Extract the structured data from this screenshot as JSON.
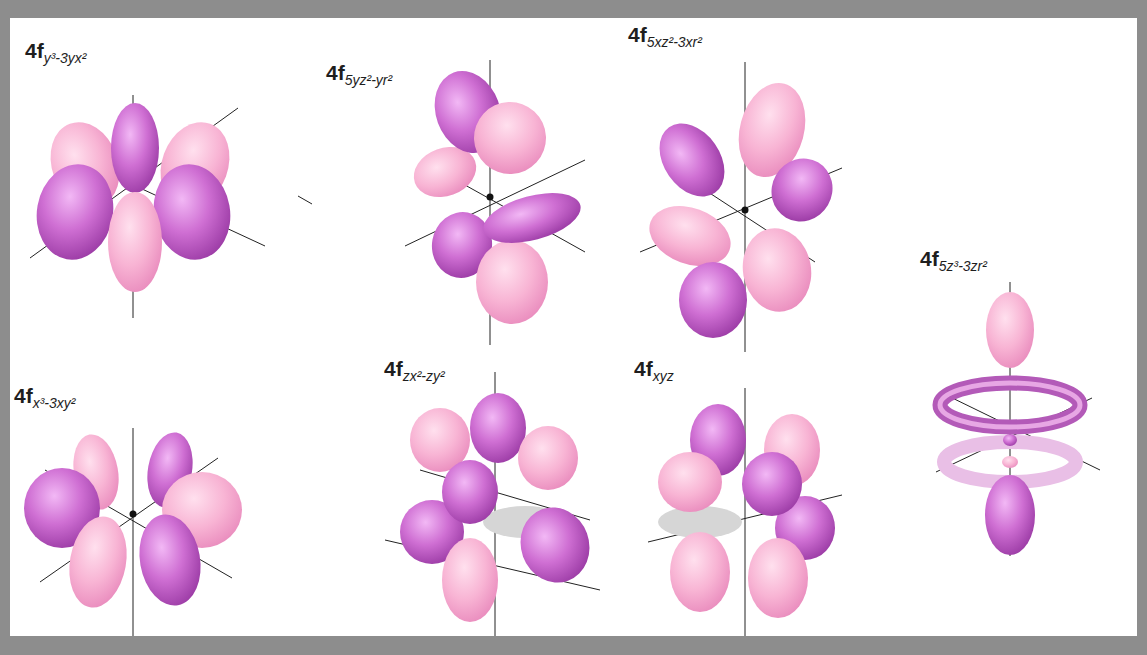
{
  "diagram": {
    "labels": [
      "4fy³-3yx²",
      "4f5yz²-yr²",
      "4f5xz²-3xr²",
      "4f5z³-3zr²",
      "4fx³-3xy²",
      "4fzx²-zy²",
      "4fxyz"
    ]
  }
}
